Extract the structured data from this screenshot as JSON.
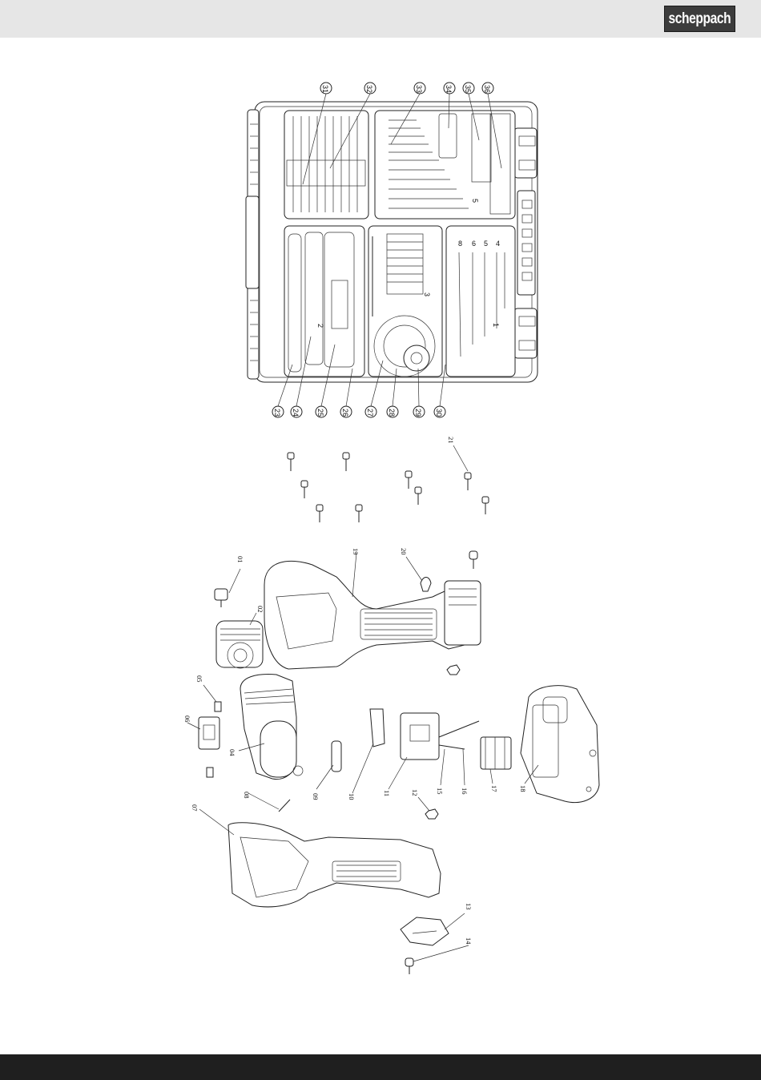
{
  "header": {
    "brand": "scheppach",
    "background_color": "#e6e6e6",
    "logo_color": "#3c3c3c"
  },
  "footer": {
    "background_color": "#1f1f1f"
  },
  "case_callouts": [
    "23",
    "24",
    "25",
    "26",
    "27",
    "28",
    "29",
    "30",
    "31",
    "32",
    "33",
    "34",
    "35",
    "36"
  ],
  "case_compartment_numbers": [
    "1",
    "2",
    "3",
    "5"
  ],
  "bit_size_marks": [
    "8",
    "6",
    "5",
    "4"
  ],
  "exploded_part_labels": [
    "01",
    "02",
    "04",
    "05",
    "06",
    "07",
    "08",
    "09",
    "10",
    "11",
    "12",
    "13",
    "14",
    "15",
    "16",
    "17",
    "18",
    "19",
    "20",
    "21"
  ]
}
